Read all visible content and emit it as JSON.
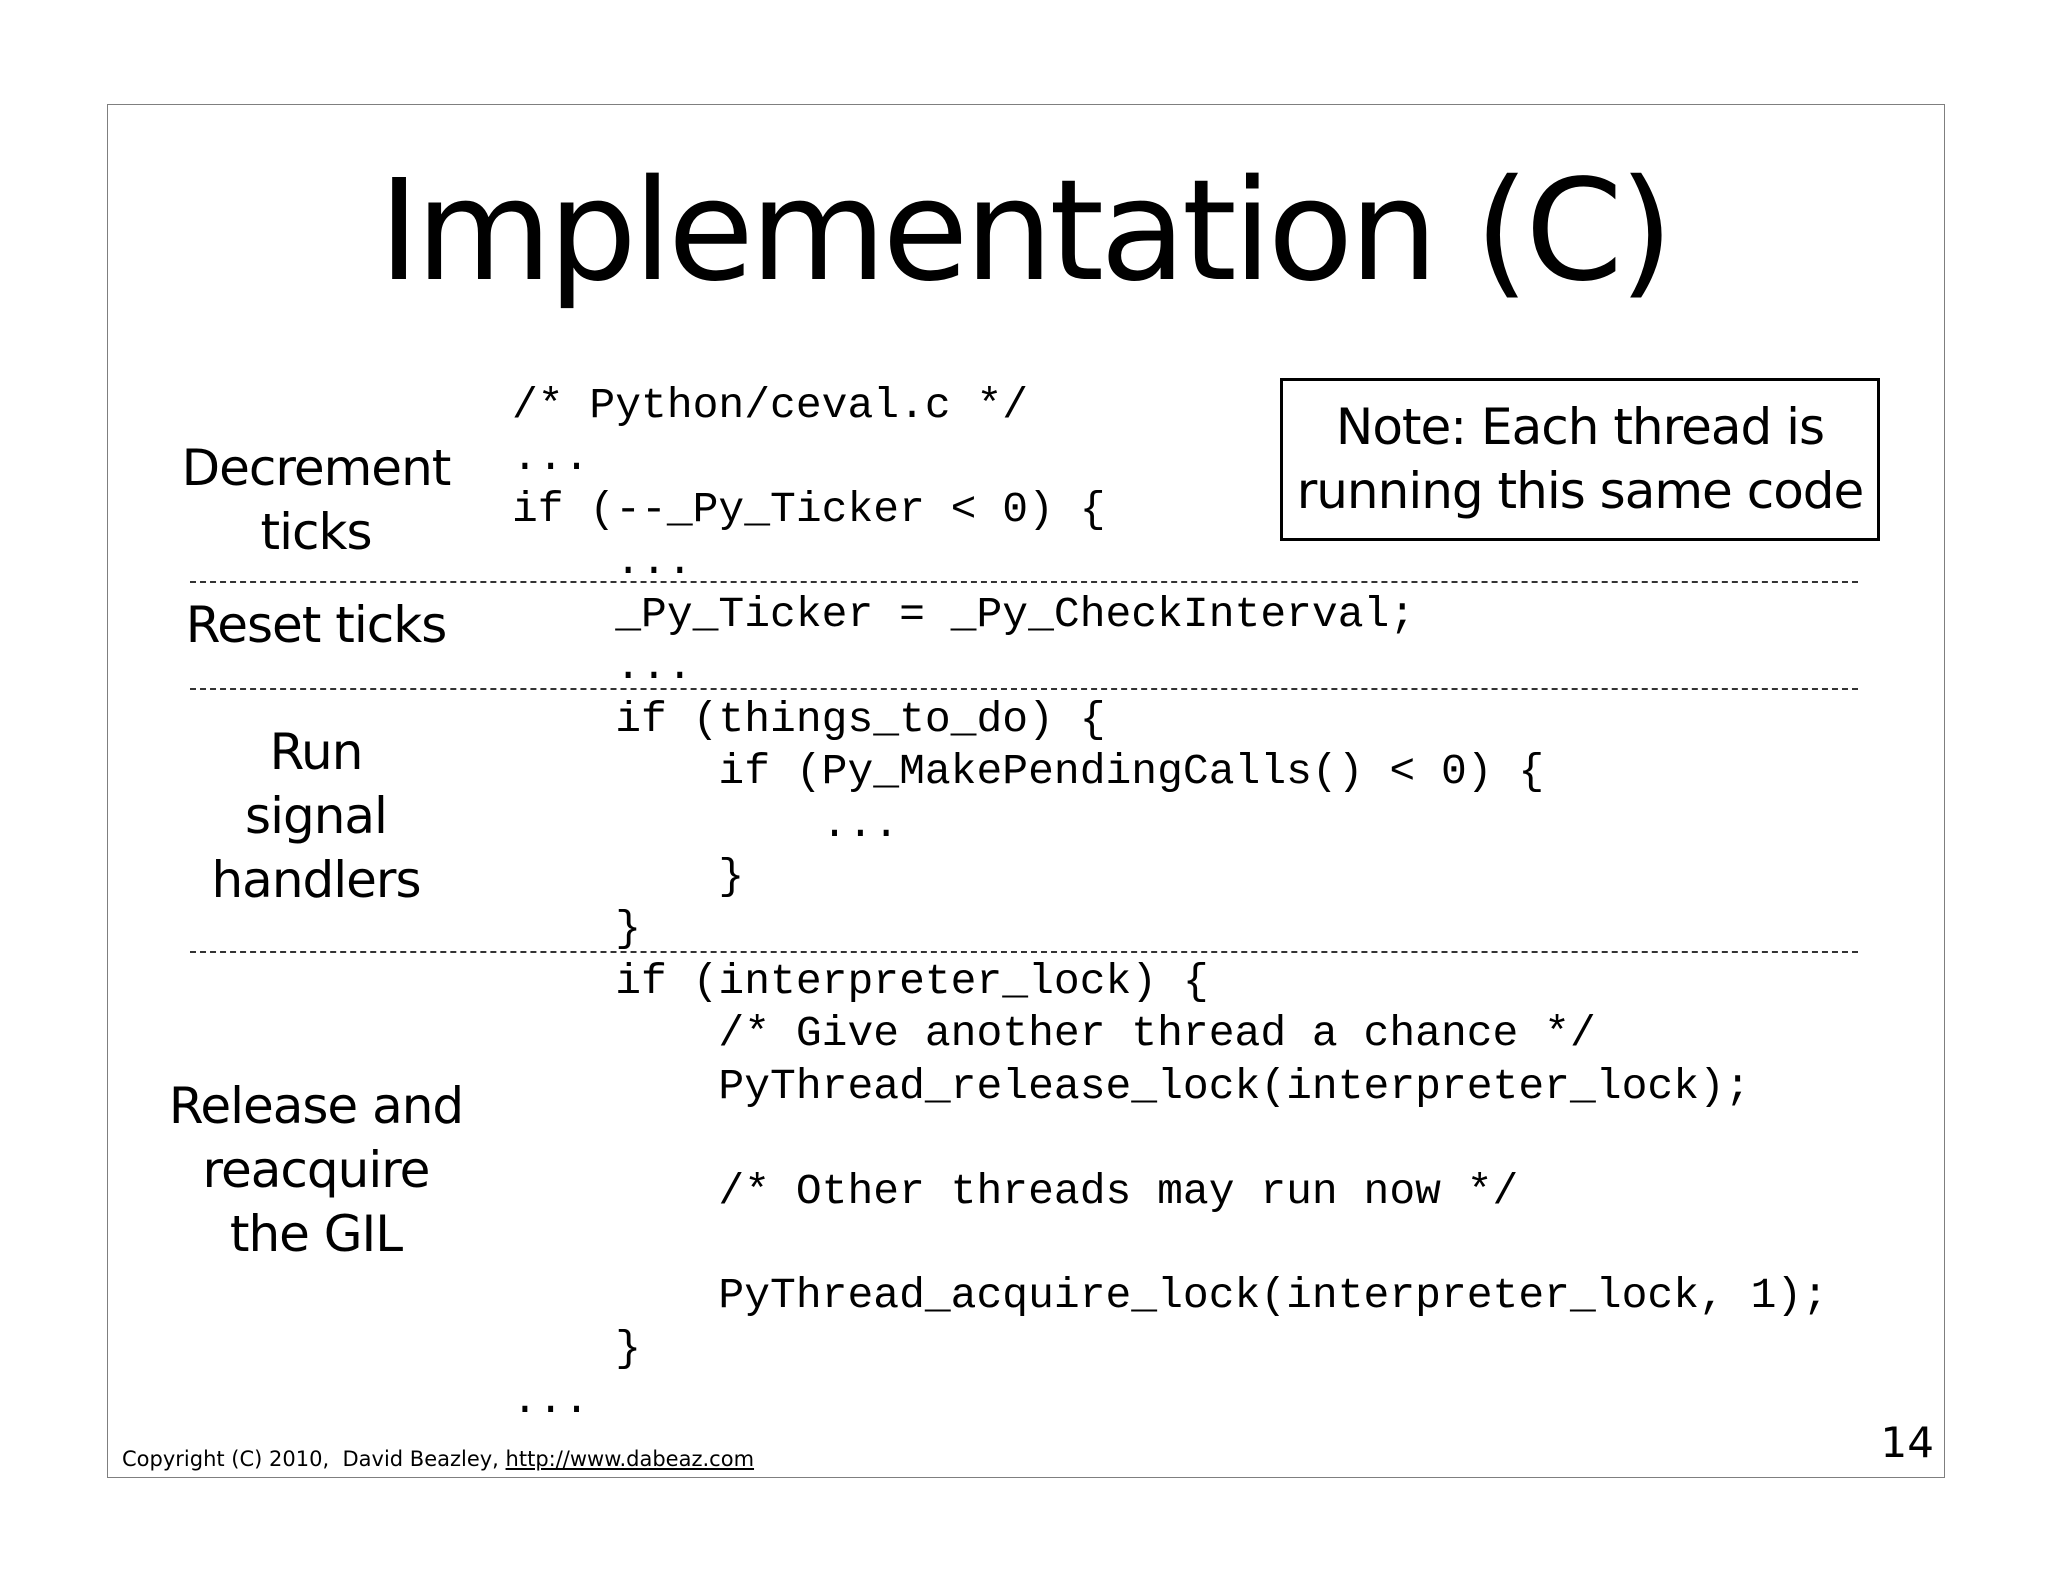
{
  "slide": {
    "title": "Implementation (C)",
    "labels": {
      "decrement": "Decrement\nticks",
      "reset": "Reset ticks",
      "signal": "Run\nsignal\nhandlers",
      "gil": "Release and\nreacquire\nthe GIL"
    },
    "code_lines": [
      "/* Python/ceval.c */",
      "...",
      "if (--_Py_Ticker < 0) {",
      "    ...",
      "    _Py_Ticker = _Py_CheckInterval;",
      "    ...",
      "    if (things_to_do) {",
      "        if (Py_MakePendingCalls() < 0) {",
      "            ...",
      "        }",
      "    }",
      "    if (interpreter_lock) {",
      "        /* Give another thread a chance */",
      "        PyThread_release_lock(interpreter_lock);",
      "        /* Other threads may run now */",
      "        PyThread_acquire_lock(interpreter_lock, 1);",
      "    }",
      "..."
    ],
    "note": {
      "line1": "Note: Each thread is",
      "line2": "running this same code"
    },
    "footer": {
      "copyright": "Copyright (C) 2010,  David Beazley, ",
      "link": "http://www.dabeaz.com"
    },
    "page_number": "14"
  }
}
